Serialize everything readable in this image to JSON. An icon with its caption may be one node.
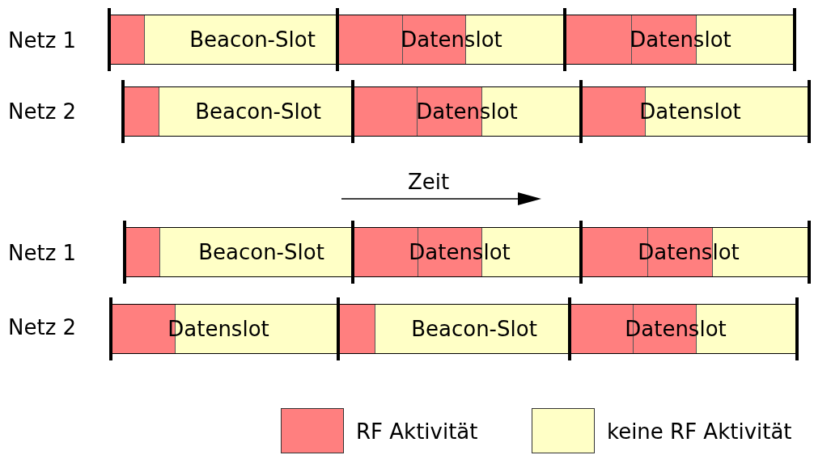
{
  "diagram": {
    "nodes": [
      {
        "text": [
          "Beacon-Slot"
        ]
      },
      {
        "text": [
          "Datenslot"
        ]
      },
      {
        "text": [
          "Datenslot"
        ]
      },
      {
        "text": [
          "Beacon-Slot"
        ]
      },
      {
        "text": [
          "Datenslot"
        ]
      },
      {
        "text": [
          "Datenslot"
        ]
      },
      {
        "text": [
          "Beacon-Slot"
        ]
      },
      {
        "text": [
          "Datenslot"
        ]
      },
      {
        "text": [
          "Datenslot"
        ]
      },
      {
        "text": [
          "Datenslot"
        ]
      },
      {
        "text": [
          "Beacon-Slot"
        ]
      },
      {
        "text": [
          "Datenslot"
        ]
      }
    ],
    "labels": [
      "Netz 1",
      "Netz 2",
      "Zeit",
      "Netz 1",
      "Netz 2"
    ],
    "legend": [
      {
        "text": "RF Aktivität",
        "color": "#ff7f7f"
      },
      {
        "text": "keine RF Aktivität",
        "color": "#ffffc6"
      }
    ]
  }
}
